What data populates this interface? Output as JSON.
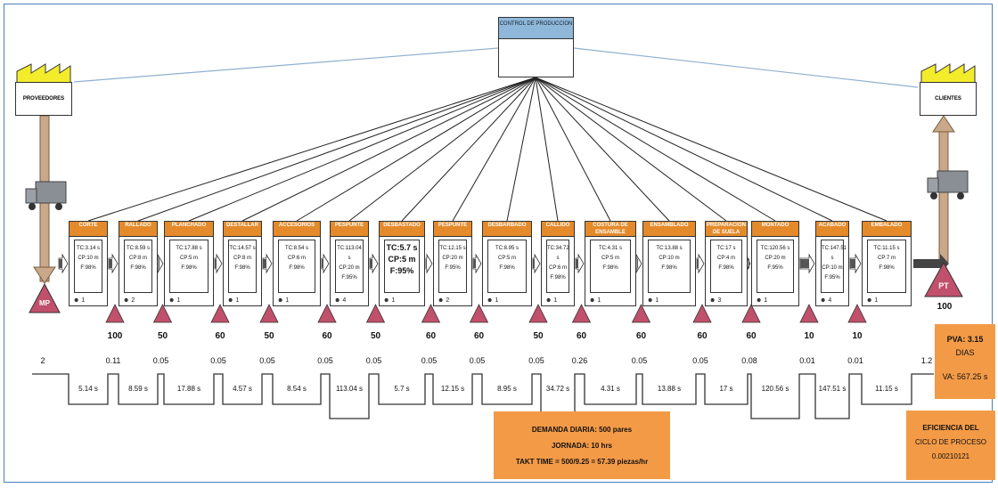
{
  "control": {
    "title": "CONTROL DE PRODUCCION"
  },
  "supplier": {
    "label": "PROVEEDORES"
  },
  "customer": {
    "label": "CLIENTES"
  },
  "inventory_start": {
    "label": "MP"
  },
  "inventory_end": {
    "label": "PT",
    "qty": "100"
  },
  "processes": [
    {
      "name": "CORTE",
      "lines": [
        "TC:3.14 s",
        "CP:10 m",
        "F:98%"
      ],
      "op": "1"
    },
    {
      "name": "RALLADO",
      "lines": [
        "TC:8.59 s",
        "CP:8 m",
        "F:98%"
      ],
      "op": "2"
    },
    {
      "name": "PLANCHADO",
      "lines": [
        "TC:17.88 s",
        "CP:5 m",
        "F:98%"
      ],
      "op": "1"
    },
    {
      "name": "DESTALLAR",
      "lines": [
        "TC:14.57 s",
        "CP:8 m",
        "F:98%"
      ],
      "op": "1"
    },
    {
      "name": "ACCESORIOS",
      "lines": [
        "TC:8.54 s",
        "CP:6 m",
        "F:98%"
      ],
      "op": "1"
    },
    {
      "name": "PESPUNTE",
      "lines": [
        "TC:113.04 s",
        "CP:20 m",
        "F:95%"
      ],
      "op": "4"
    },
    {
      "name": "DESBASTADO",
      "lines": [
        "TC:5.7 s",
        "CP:5 m",
        "F:95%"
      ],
      "op": "1",
      "big": true
    },
    {
      "name": "PESPUNTE",
      "lines": [
        "TC:12.15 s",
        "CP:20 m",
        "F:95%"
      ],
      "op": "2"
    },
    {
      "name": "DESBARBADO",
      "lines": [
        "TC:8.95 s",
        "CP:5 m",
        "F:98%"
      ],
      "op": "1"
    },
    {
      "name": "CALLIDO",
      "lines": [
        "TC:34.72 s",
        "CP:6 m",
        "F:98%"
      ],
      "op": "1"
    },
    {
      "name": "COSTURA DE ENSAMBLE",
      "lines": [
        "TC:4.31 s",
        "CP:5 m",
        "F:98%"
      ],
      "op": "1"
    },
    {
      "name": "ENSAMBLADO",
      "lines": [
        "TC:13.88 s",
        "CP:10 m",
        "F:98%"
      ],
      "op": "1"
    },
    {
      "name": "PREPARACION DE SUELA",
      "lines": [
        "TC:17 s",
        "CP:4 m",
        "F:98%"
      ],
      "op": "3"
    },
    {
      "name": "MONTADO",
      "lines": [
        "TC:120.56 s",
        "CP:20 m",
        "F:95%"
      ],
      "op": "1"
    },
    {
      "name": "ACABADO",
      "lines": [
        "TC:147.51 s",
        "CP:10 m",
        "F:95%"
      ],
      "op": "4"
    },
    {
      "name": "EMBALADO",
      "lines": [
        "TC:11.15 s",
        "CP:7 m",
        "F:98%"
      ],
      "op": "1"
    }
  ],
  "inventories": [
    "100",
    "50",
    "60",
    "50",
    "60",
    "50",
    "60",
    "60",
    "50",
    "60",
    "60",
    "60",
    "60",
    "10",
    "10"
  ],
  "timeline_top": [
    "2",
    "0.11",
    "0.05",
    "0.05",
    "0.05",
    "0.05",
    "0.05",
    "0.05",
    "0.05",
    "0.05",
    "0.26",
    "0.05",
    "0.05",
    "0.08",
    "0.01",
    "0.01",
    "1.2"
  ],
  "timeline_bottom": [
    "5.14 s",
    "8.59 s",
    "17.88 s",
    "4.57 s",
    "8.54 s",
    "113.04 s",
    "5.7 s",
    "12.15 s",
    "8.95 s",
    "34.72 s",
    "4.31 s",
    "13.88 s",
    "17 s",
    "120.56 s",
    "147.51 s",
    "11.15 s"
  ],
  "lead_time": {
    "line1": "PVA: 3.15",
    "line2": "DIAS",
    "line3": "VA: 567.25 s"
  },
  "demand": {
    "line1": "DEMANDA DIARIA: 500 pares",
    "line2": "JORNADA: 10 hrs",
    "line3": "TAKT TIME = 500/9.25 = 57.39 piezas/hr"
  },
  "efficiency": {
    "line1": "EFICIENCIA DEL",
    "line2": "CICLO DE PROCESO",
    "line3": "0.00210121"
  },
  "colors": {
    "process_header": "#e48a2a",
    "info_box": "#f39a46",
    "inventory": "#c0506b",
    "control_header": "#8fb7d9",
    "frame": "#4a7ebb"
  }
}
